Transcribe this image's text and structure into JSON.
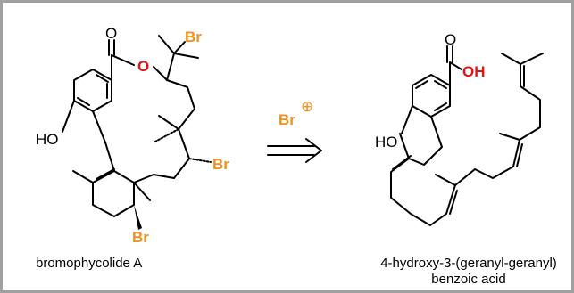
{
  "colors": {
    "bromine": "#f0901e",
    "oxygen": "#e01414",
    "bond": "#000000",
    "frame": "#a0a0a0"
  },
  "left": {
    "carbonyl_o": "O",
    "ring_o": "O",
    "hydroxyl": "HO",
    "br_top": "Br",
    "br_mid": "Br",
    "br_bottom": "Br",
    "caption": "bromophycolide A"
  },
  "middle": {
    "reagent": "Br",
    "charge_symbol": "⊕"
  },
  "right": {
    "carbonyl_o": "O",
    "acid_oh": "OH",
    "hydroxyl": "HO",
    "caption_line1": "4-hydroxy-3-(geranyl-geranyl)",
    "caption_line2": "benzoic acid"
  }
}
